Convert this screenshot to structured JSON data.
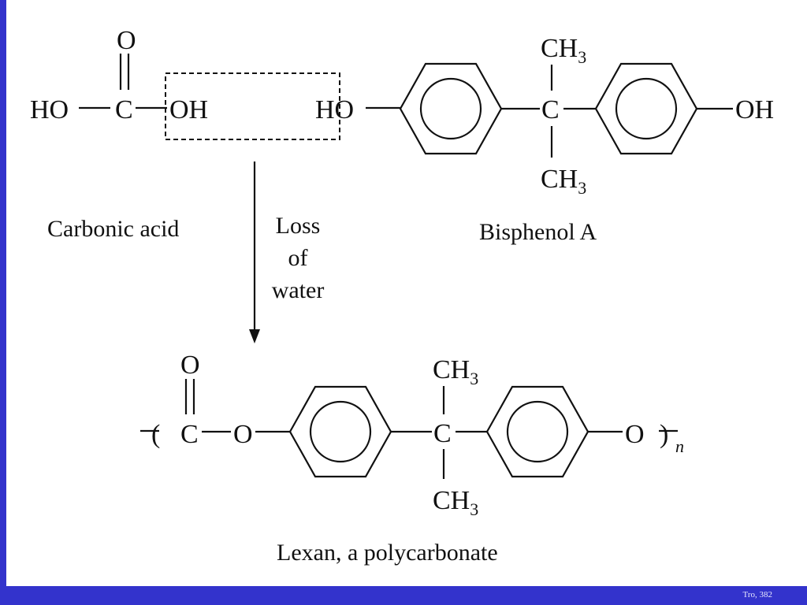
{
  "slide": {
    "credit": "Tro, 382",
    "colors": {
      "frame": "#3333cc",
      "background": "#ffffff",
      "ink": "#111111"
    }
  },
  "reactants": {
    "carbonic_acid": {
      "label": "Carbonic acid",
      "carbonyl_o": "O",
      "left_group": "HO",
      "center_carbon": "C",
      "right_group": "OH"
    },
    "bisphenol_a": {
      "label": "Bisphenol A",
      "left_group": "HO",
      "center_carbon": "C",
      "methyl_top": "CH",
      "methyl_top_sub": "3",
      "methyl_bottom": "CH",
      "methyl_bottom_sub": "3",
      "right_group": "OH"
    }
  },
  "reaction": {
    "condition_line1": "Loss",
    "condition_line2": "of",
    "condition_line3": "water"
  },
  "product": {
    "label": "Lexan, a polycarbonate",
    "left_paren": "(",
    "carbonyl_c": "C",
    "carbonyl_o": "O",
    "ester_o_left": "O",
    "center_carbon": "C",
    "methyl_top": "CH",
    "methyl_top_sub": "3",
    "methyl_bottom": "CH",
    "methyl_bottom_sub": "3",
    "ester_o_right": "O",
    "right_paren": ")",
    "repeat_n": "n"
  }
}
